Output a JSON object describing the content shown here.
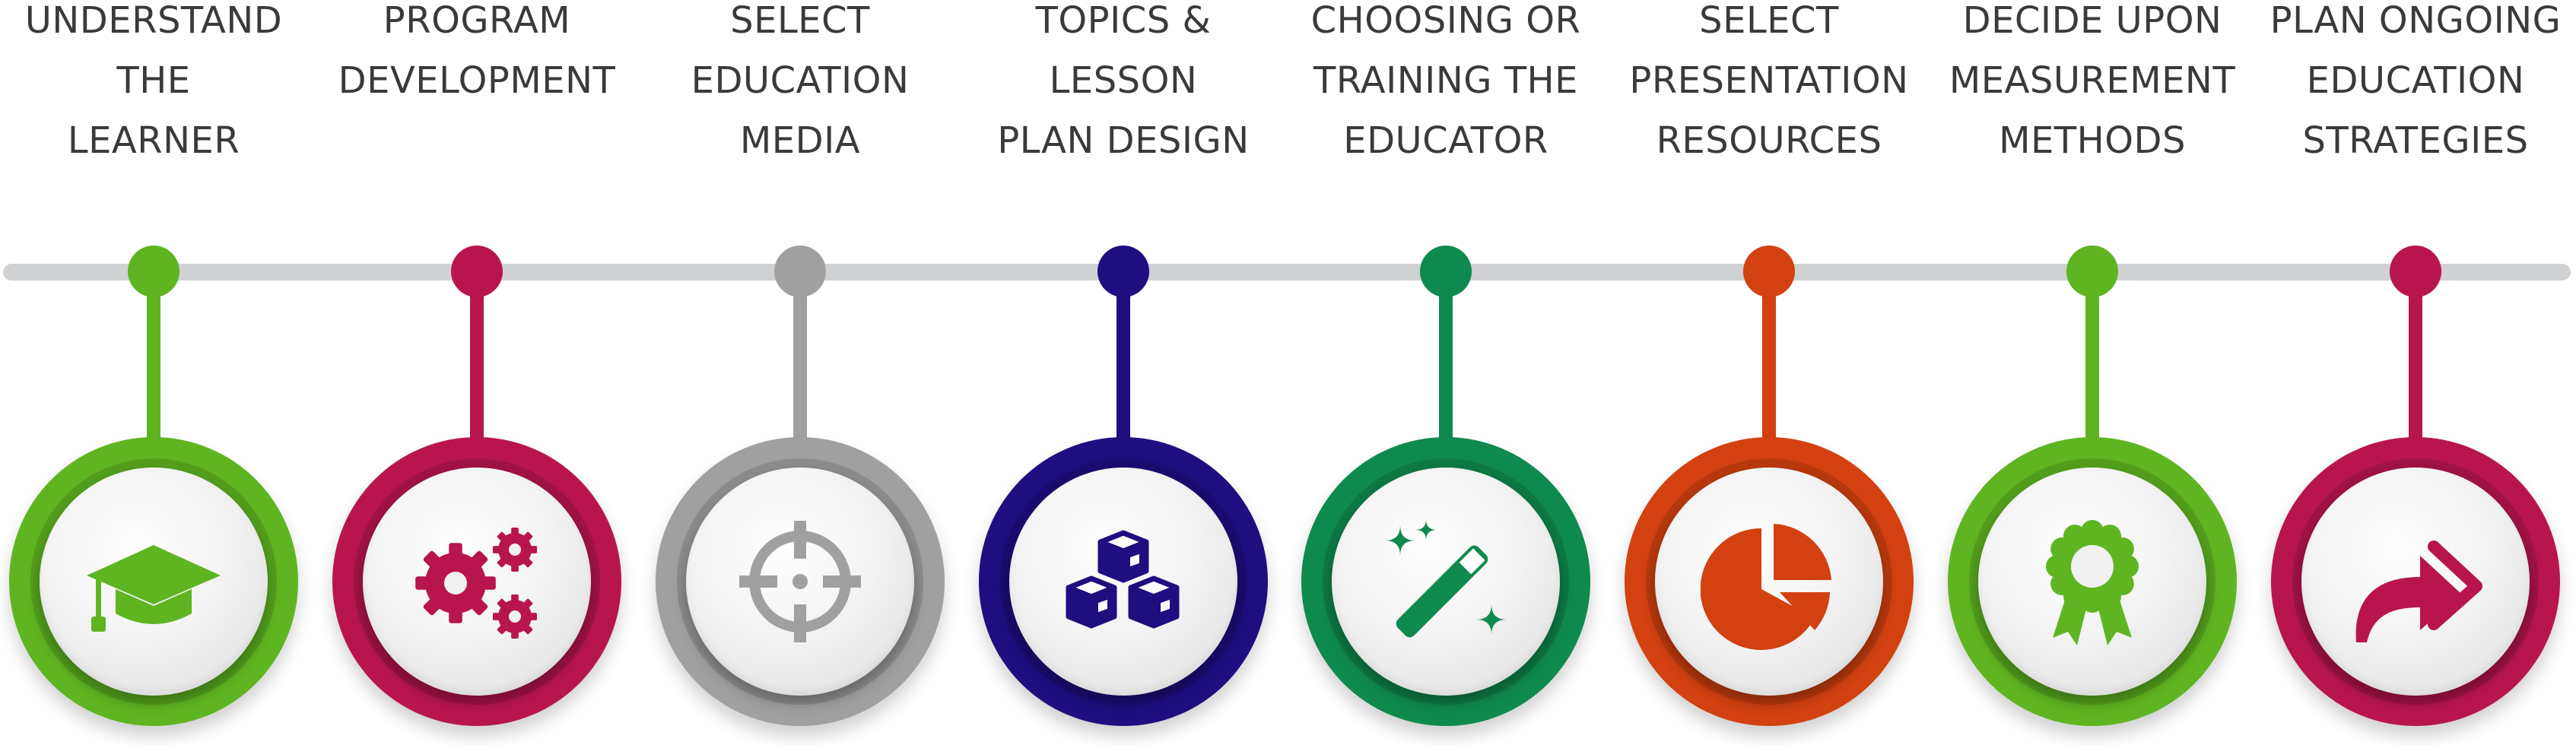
{
  "steps": [
    {
      "lines": [
        "UNDERSTAND",
        "THE",
        "LEARNER"
      ],
      "color": "#5fb521",
      "icon": "graduation-cap-icon"
    },
    {
      "lines": [
        "PROGRAM",
        "DEVELOPMENT"
      ],
      "color": "#b8154f",
      "icon": "gears-icon"
    },
    {
      "lines": [
        "SELECT",
        "EDUCATION",
        "MEDIA"
      ],
      "color": "#a0a0a0",
      "icon": "crosshairs-icon"
    },
    {
      "lines": [
        "TOPICS &",
        "LESSON",
        "PLAN DESIGN"
      ],
      "color": "#1e0e80",
      "icon": "cubes-icon"
    },
    {
      "lines": [
        "CHOOSING OR",
        "TRAINING THE",
        "EDUCATOR"
      ],
      "color": "#0f8a4f",
      "icon": "magic-wand-icon"
    },
    {
      "lines": [
        "SELECT",
        "PRESENTATION",
        "RESOURCES"
      ],
      "color": "#d2410f",
      "icon": "pie-chart-icon"
    },
    {
      "lines": [
        "DECIDE UPON",
        "MEASUREMENT",
        "METHODS"
      ],
      "color": "#5fb521",
      "icon": "award-ribbon-icon"
    },
    {
      "lines": [
        "PLAN ONGOING",
        "EDUCATION",
        "STRATEGIES"
      ],
      "color": "#b8154f",
      "icon": "share-arrow-icon"
    }
  ]
}
